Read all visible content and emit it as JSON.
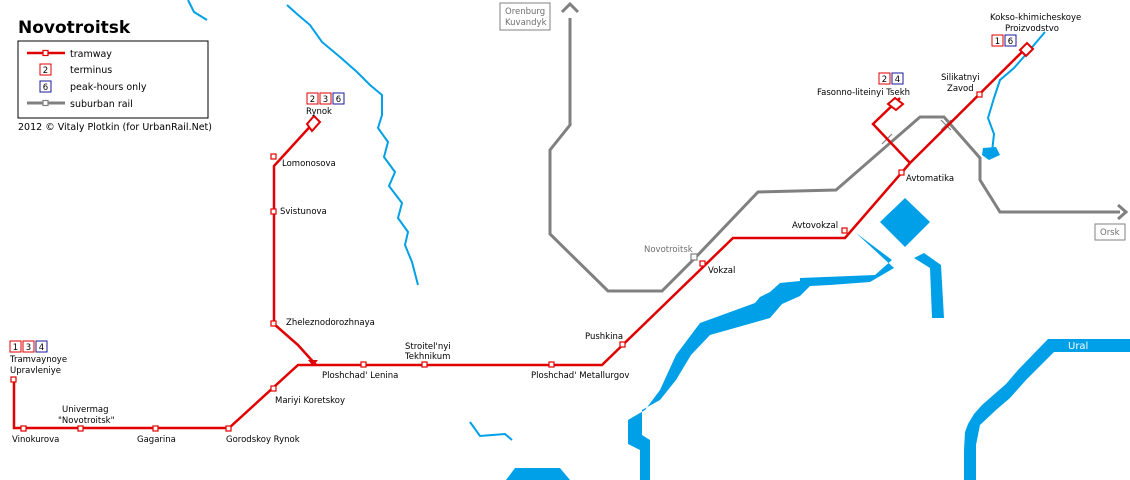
{
  "title": "Novotroitsk",
  "legend": {
    "tramway": "tramway",
    "terminus": "terminus",
    "terminus_sample": "2",
    "peak": "peak-hours only",
    "peak_sample": "6",
    "rail": "suburban rail"
  },
  "credit": "2012 © Vitaly Plotkin (for UrbanRail.Net)",
  "colors": {
    "tram": "#e00000",
    "rail": "#808080",
    "water": "#00a0e8",
    "terminus_border": "#e00000",
    "peak_border": "#1a1a99"
  },
  "destinations": {
    "orenburg_line1": "Orenburg",
    "orenburg_line2": "Kuvandyk",
    "orsk": "Orsk"
  },
  "river": "Ural",
  "rail_station": "Novotroitsk",
  "stations": {
    "rynok": "Rynok",
    "lomonosova": "Lomonosova",
    "svistunova": "Svistunova",
    "zheleznodorozhnaya": "Zheleznodorozhnaya",
    "ploshchad_lenina": "Ploshchad' Lenina",
    "stroitelnyi_1": "Stroitel'nyi",
    "stroitelnyi_2": "Tekhnikum",
    "ploshchad_metallurgov": "Ploshchad' Metallurgov",
    "pushkina": "Pushkina",
    "vokzal": "Vokzal",
    "avtovokzal": "Avtovokzal",
    "avtomatika": "Avtomatika",
    "silikatnyi_1": "Silikatnyi",
    "silikatnyi_2": "Zavod",
    "fasonno": "Fasonno-liteinyi Tsekh",
    "kokso_1": "Kokso-khimicheskoye",
    "kokso_2": "Proizvodstvo",
    "mariyi_koretskoy": "Mariyi Koretskoy",
    "gorodskoy_rynok": "Gorodskoy Rynok",
    "gagarina": "Gagarina",
    "univermag_1": "Univermag",
    "univermag_2": "\"Novotroitsk\"",
    "vinokurova": "Vinokurova",
    "tramvaynoye_1": "Tramvaynoye",
    "tramvaynoye_2": "Upravleniye"
  },
  "badges": {
    "rynok": [
      {
        "n": "2",
        "kind": "terminus"
      },
      {
        "n": "3",
        "kind": "terminus"
      },
      {
        "n": "6",
        "kind": "peak"
      }
    ],
    "tramvaynoye": [
      {
        "n": "1",
        "kind": "terminus"
      },
      {
        "n": "3",
        "kind": "terminus"
      },
      {
        "n": "4",
        "kind": "peak"
      }
    ],
    "fasonno": [
      {
        "n": "2",
        "kind": "terminus"
      },
      {
        "n": "4",
        "kind": "peak"
      }
    ],
    "kokso": [
      {
        "n": "1",
        "kind": "terminus"
      },
      {
        "n": "6",
        "kind": "peak"
      }
    ]
  }
}
